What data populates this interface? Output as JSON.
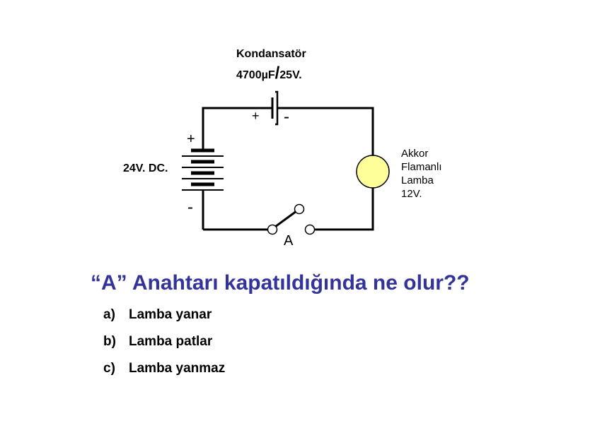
{
  "diagram": {
    "capacitor_label": "Kondansatör",
    "capacitor_value_prefix": "4700µF",
    "capacitor_slash": "/",
    "capacitor_value_suffix": "25V.",
    "capacitor_plus": "+",
    "capacitor_minus": "-",
    "battery_plus": "+",
    "battery_minus": "-",
    "battery_label": "24V. DC.",
    "lamp_lines": [
      "Akkor",
      "Flamanlı",
      "Lamba",
      "12V."
    ],
    "switch_label": "A"
  },
  "question": {
    "text": "“A” Anahtarı kapatıldığında ne olur??",
    "options": [
      {
        "letter": "a)",
        "text": "Lamba yanar"
      },
      {
        "letter": "b)",
        "text": "Lamba patlar"
      },
      {
        "letter": "c)",
        "text": "Lamba yanmaz"
      }
    ]
  },
  "colors": {
    "wire": "#000000",
    "lamp_fill": "#ffff99",
    "question_text": "#333399"
  }
}
